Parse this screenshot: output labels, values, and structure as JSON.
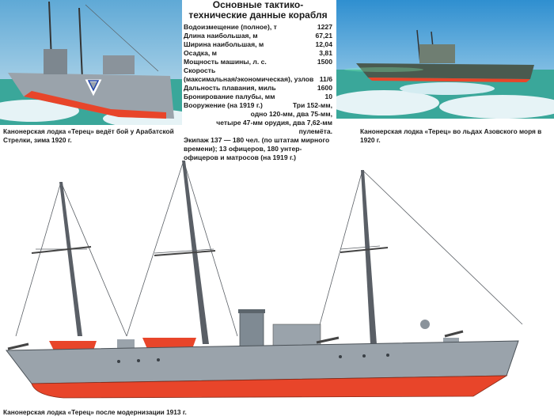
{
  "specs": {
    "title": "Основные тактико-технические данные корабля",
    "rows": [
      {
        "label": "Водоизмещение (полное), т",
        "value": "1227"
      },
      {
        "label": "Длина наибольшая, м",
        "value": "67,21"
      },
      {
        "label": "Ширина наибольшая, м",
        "value": "12,04"
      },
      {
        "label": "Осадка, м",
        "value": "3,81"
      },
      {
        "label": "Мощность машины, л. с.",
        "value": "1500"
      },
      {
        "label": "Скорость",
        "value": ""
      },
      {
        "label": "(максимальная/экономическая), узлов",
        "value": "11/6"
      },
      {
        "label": "Дальность плавания, миль",
        "value": "1600"
      },
      {
        "label": "Бронирование палубы, мм",
        "value": "10"
      }
    ],
    "armament_label": "Вооружение (на 1919 г.)",
    "armament_line1": "Три 152-мм,",
    "armament_line2": "одно 120-мм, два 75-мм,",
    "armament_line3": "четыре 47-мм орудия, два 7,62-мм пулемёта.",
    "crew": "Экипаж 137 — 180 чел. (по штатам мирного времени); 13 офицеров, 180 унтер-офицеров и матросов (на 1919 г.)"
  },
  "captions": {
    "left": "Канонерская лодка «Терец» ведёт бой у Арабатской Стрелки, зима 1920 г.",
    "right": "Канонерская лодка «Терец» во льдах Азовского моря в 1920 г.",
    "bottom": "Канонерская лодка «Терец» после модернизации 1913 г."
  },
  "colors": {
    "hull_gray": "#9aa3ab",
    "hull_red": "#e8452a",
    "sea": "#3aa79a",
    "ice": "#dfeef5"
  }
}
